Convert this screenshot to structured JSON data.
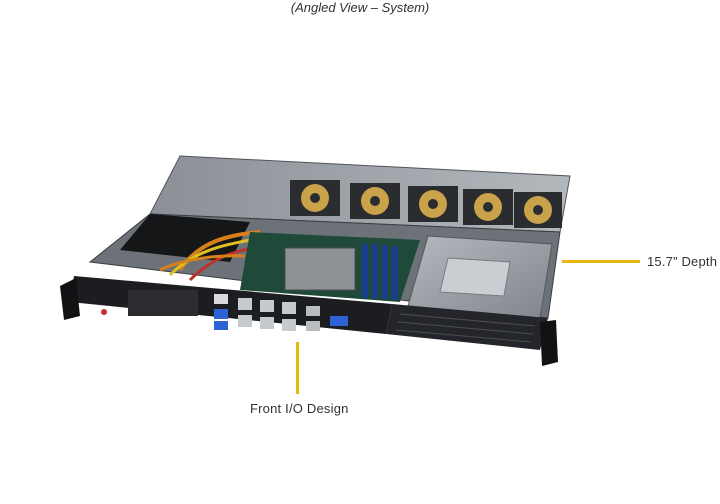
{
  "caption": "(Angled View – System)",
  "callouts": {
    "depth_label": "15.7” Depth",
    "front_io_label": "Front I/O Design"
  },
  "colors": {
    "callout_line": "#e8b70f",
    "chassis_dark": "#1c1d20",
    "chassis_metal": "#9ca1a6"
  }
}
